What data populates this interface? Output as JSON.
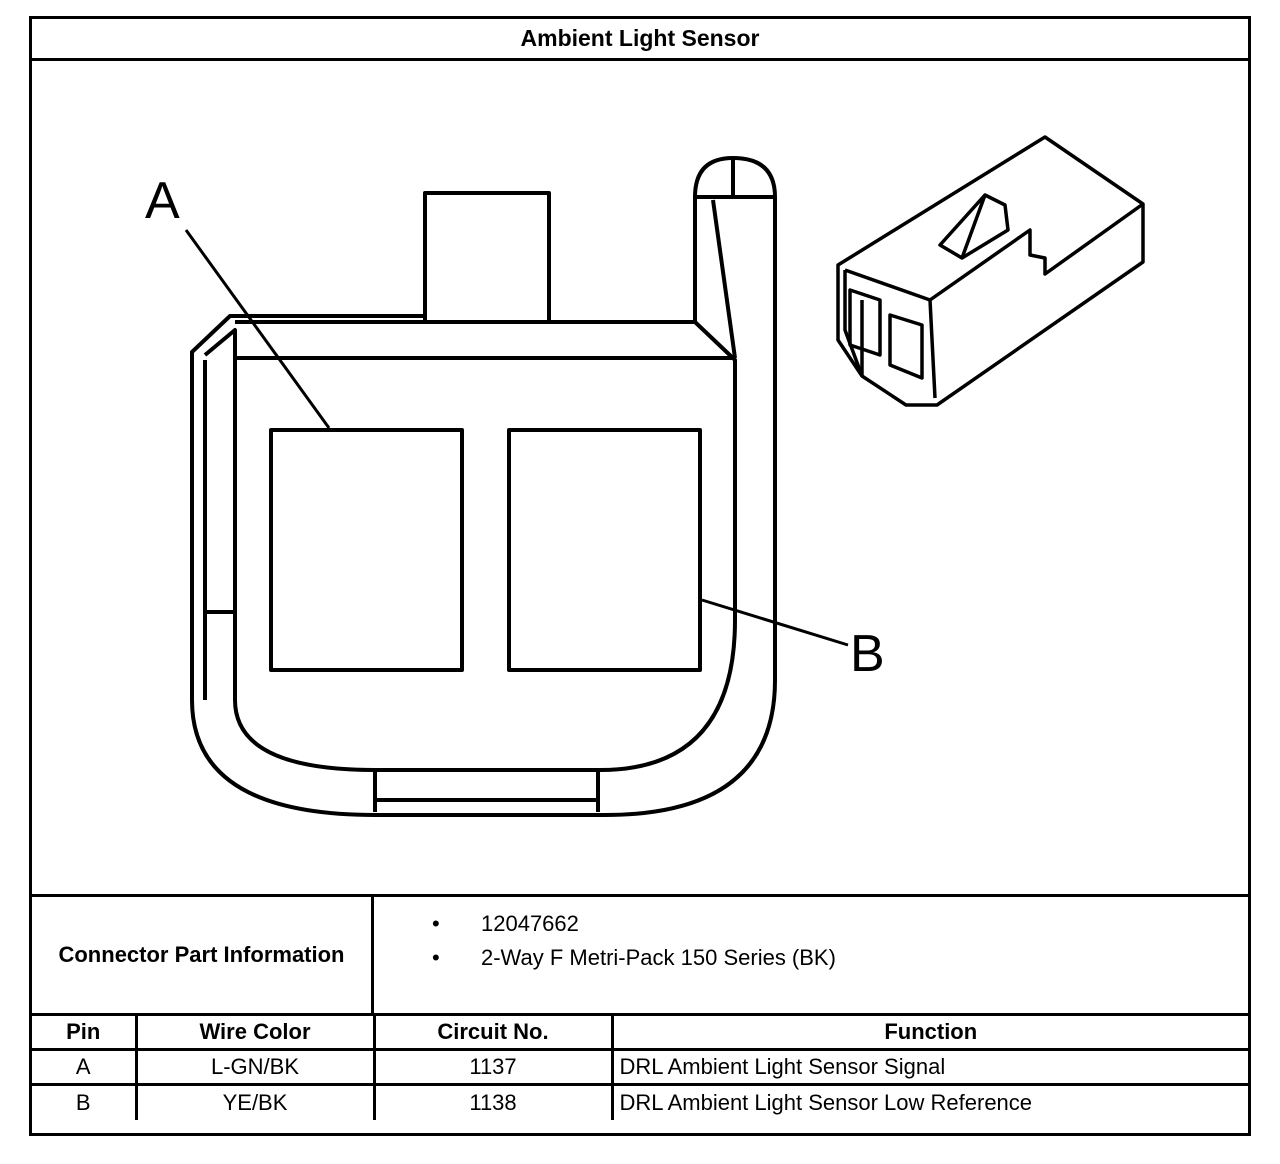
{
  "title": "Ambient Light Sensor",
  "diagram": {
    "pin_labels": [
      "A",
      "B"
    ]
  },
  "connector_info": {
    "label": "Connector Part Information",
    "items": [
      "12047662",
      "2-Way F Metri-Pack 150 Series (BK)"
    ]
  },
  "pin_table": {
    "headers": [
      "Pin",
      "Wire Color",
      "Circuit No.",
      "Function"
    ],
    "rows": [
      {
        "pin": "A",
        "wire_color": "L-GN/BK",
        "circuit": "1137",
        "function": "DRL Ambient Light Sensor Signal"
      },
      {
        "pin": "B",
        "wire_color": "YE/BK",
        "circuit": "1138",
        "function": "DRL Ambient Light Sensor Low Reference"
      }
    ]
  }
}
